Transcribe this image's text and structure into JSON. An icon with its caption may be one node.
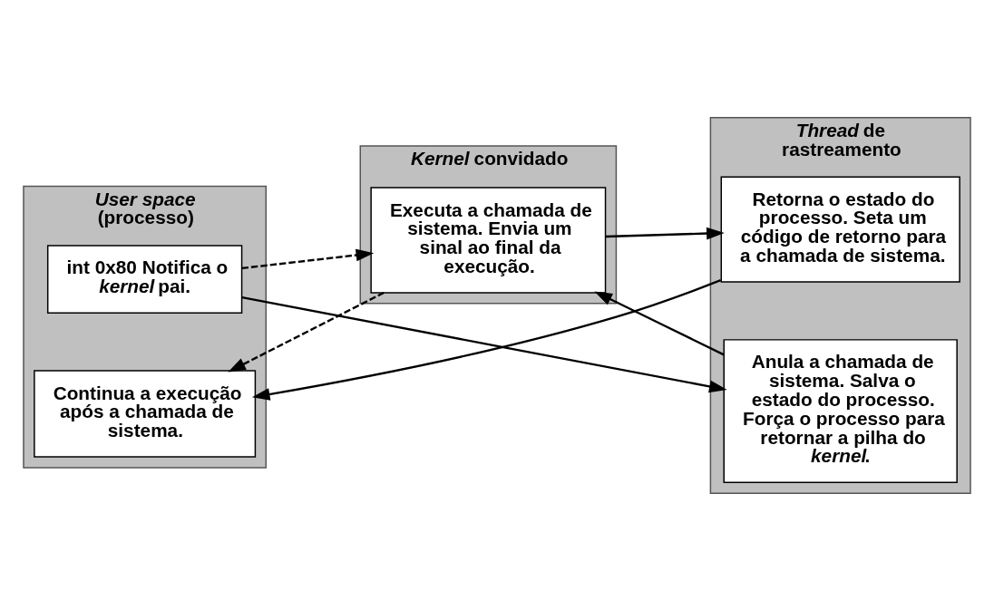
{
  "diagram": {
    "nodes": [
      {
        "text": [
          "*User space* (processo)"
        ]
      },
      {
        "text": [
          "int 0x80 Notifica o *kernel* pai."
        ],
        "in": 0
      },
      {
        "text": [
          "Continua a execução após a chamada de sistema."
        ],
        "in": 0
      },
      {
        "text": [
          "*Kernel* convidado"
        ]
      },
      {
        "text": [
          "Executa a chamada de sistema. Envia um sinal ao final da execução."
        ],
        "in": 3
      },
      {
        "text": [
          "*Thread* de rastreamento"
        ]
      },
      {
        "text": [
          "Anula a chamada de sistema. Salva o estado do processo. Força o processo para retornar a pilha do *kernel*."
        ],
        "in": 5
      },
      {
        "text": [
          "Retorna o estado do processo. Seta um código de retorno para a chamada de sistema."
        ],
        "in": 5
      }
    ],
    "edges": [
      {
        "from": 1,
        "to": 6,
        "arrow": "to"
      },
      {
        "from": 6,
        "to": 4,
        "arrow": "to"
      },
      {
        "from": 1,
        "to": 4,
        "arrow": "to",
        "style": "dashed"
      },
      {
        "from": 4,
        "to": 2,
        "arrow": "to",
        "style": "dashed"
      },
      {
        "from": 4,
        "to": 7,
        "arrow": "to"
      },
      {
        "from": 7,
        "to": 2,
        "arrow": "to"
      }
    ]
  }
}
